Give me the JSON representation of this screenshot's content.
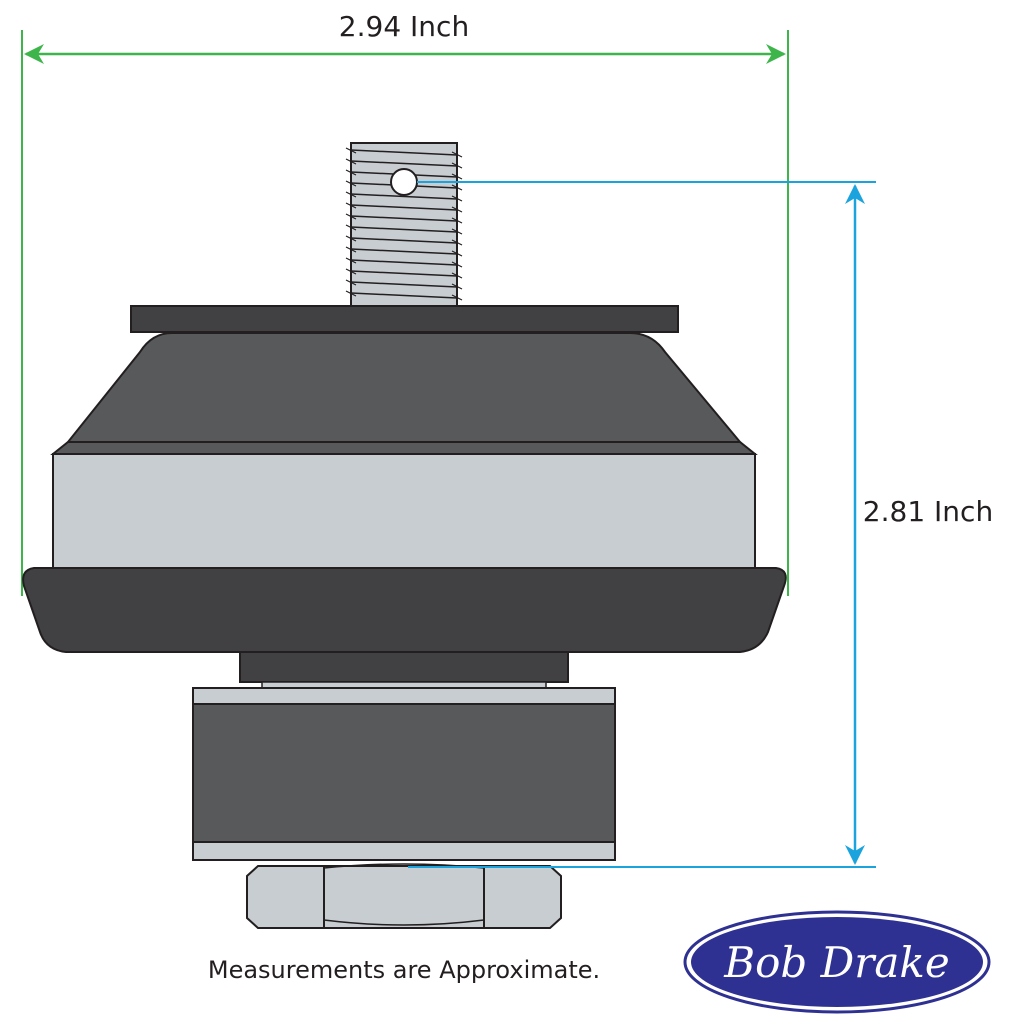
{
  "dimensions": {
    "width_label": "2.94 Inch",
    "height_label": "2.81 Inch"
  },
  "note": "Measurements are Approximate.",
  "logo": {
    "text": "Bob Drake"
  },
  "colors": {
    "width_dim": "#3db54a",
    "height_dim": "#1aa3dc",
    "rubber_dark": "#414042",
    "rubber_mid": "#58595b",
    "metal": "#c7cdd0",
    "outline": "#231f20",
    "logo_bg": "#2e3192"
  }
}
